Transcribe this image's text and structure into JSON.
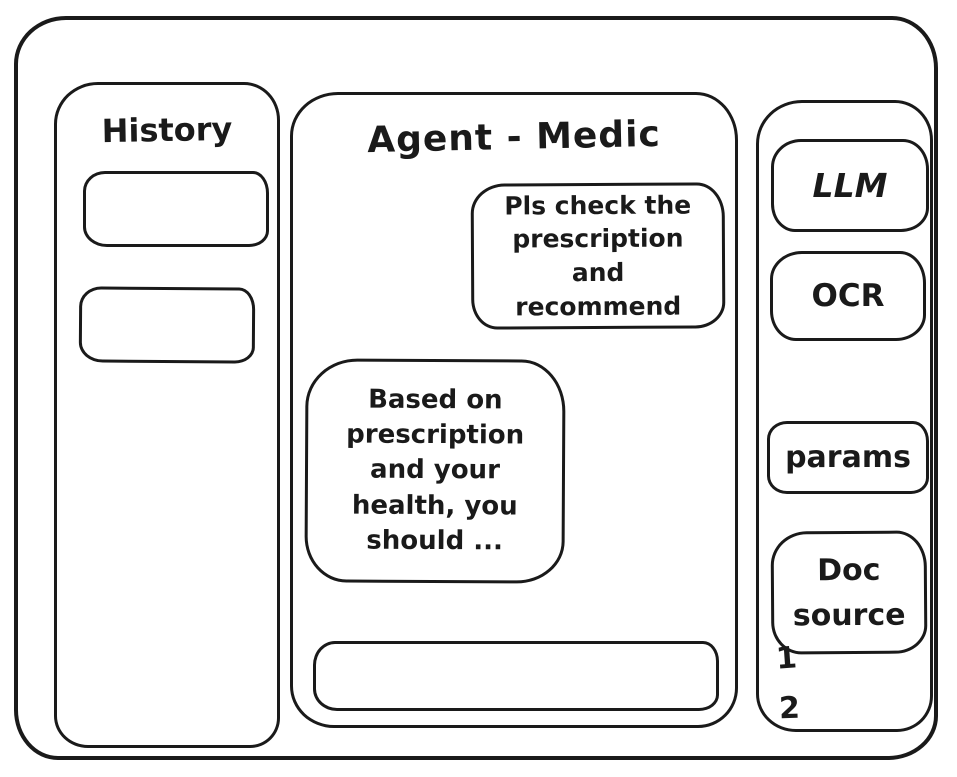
{
  "colors": {
    "ink": "#1a1a1a",
    "background": "#ffffff"
  },
  "history_panel": {
    "title": "History",
    "items": [
      {
        "label": ""
      },
      {
        "label": ""
      }
    ]
  },
  "chat": {
    "title": "Agent - Medic",
    "messages": [
      {
        "role": "user",
        "text": "Pls check the prescription and recommend"
      },
      {
        "role": "assistant",
        "text": "Based on prescription and your health, you should ..."
      }
    ],
    "input": {
      "value": "",
      "placeholder": ""
    }
  },
  "tools_panel": {
    "buttons": [
      {
        "label": "LLM"
      },
      {
        "label": "OCR"
      },
      {
        "label": "params"
      }
    ],
    "doc_source": {
      "label": "Doc source",
      "items": [
        "1",
        "2"
      ]
    }
  }
}
